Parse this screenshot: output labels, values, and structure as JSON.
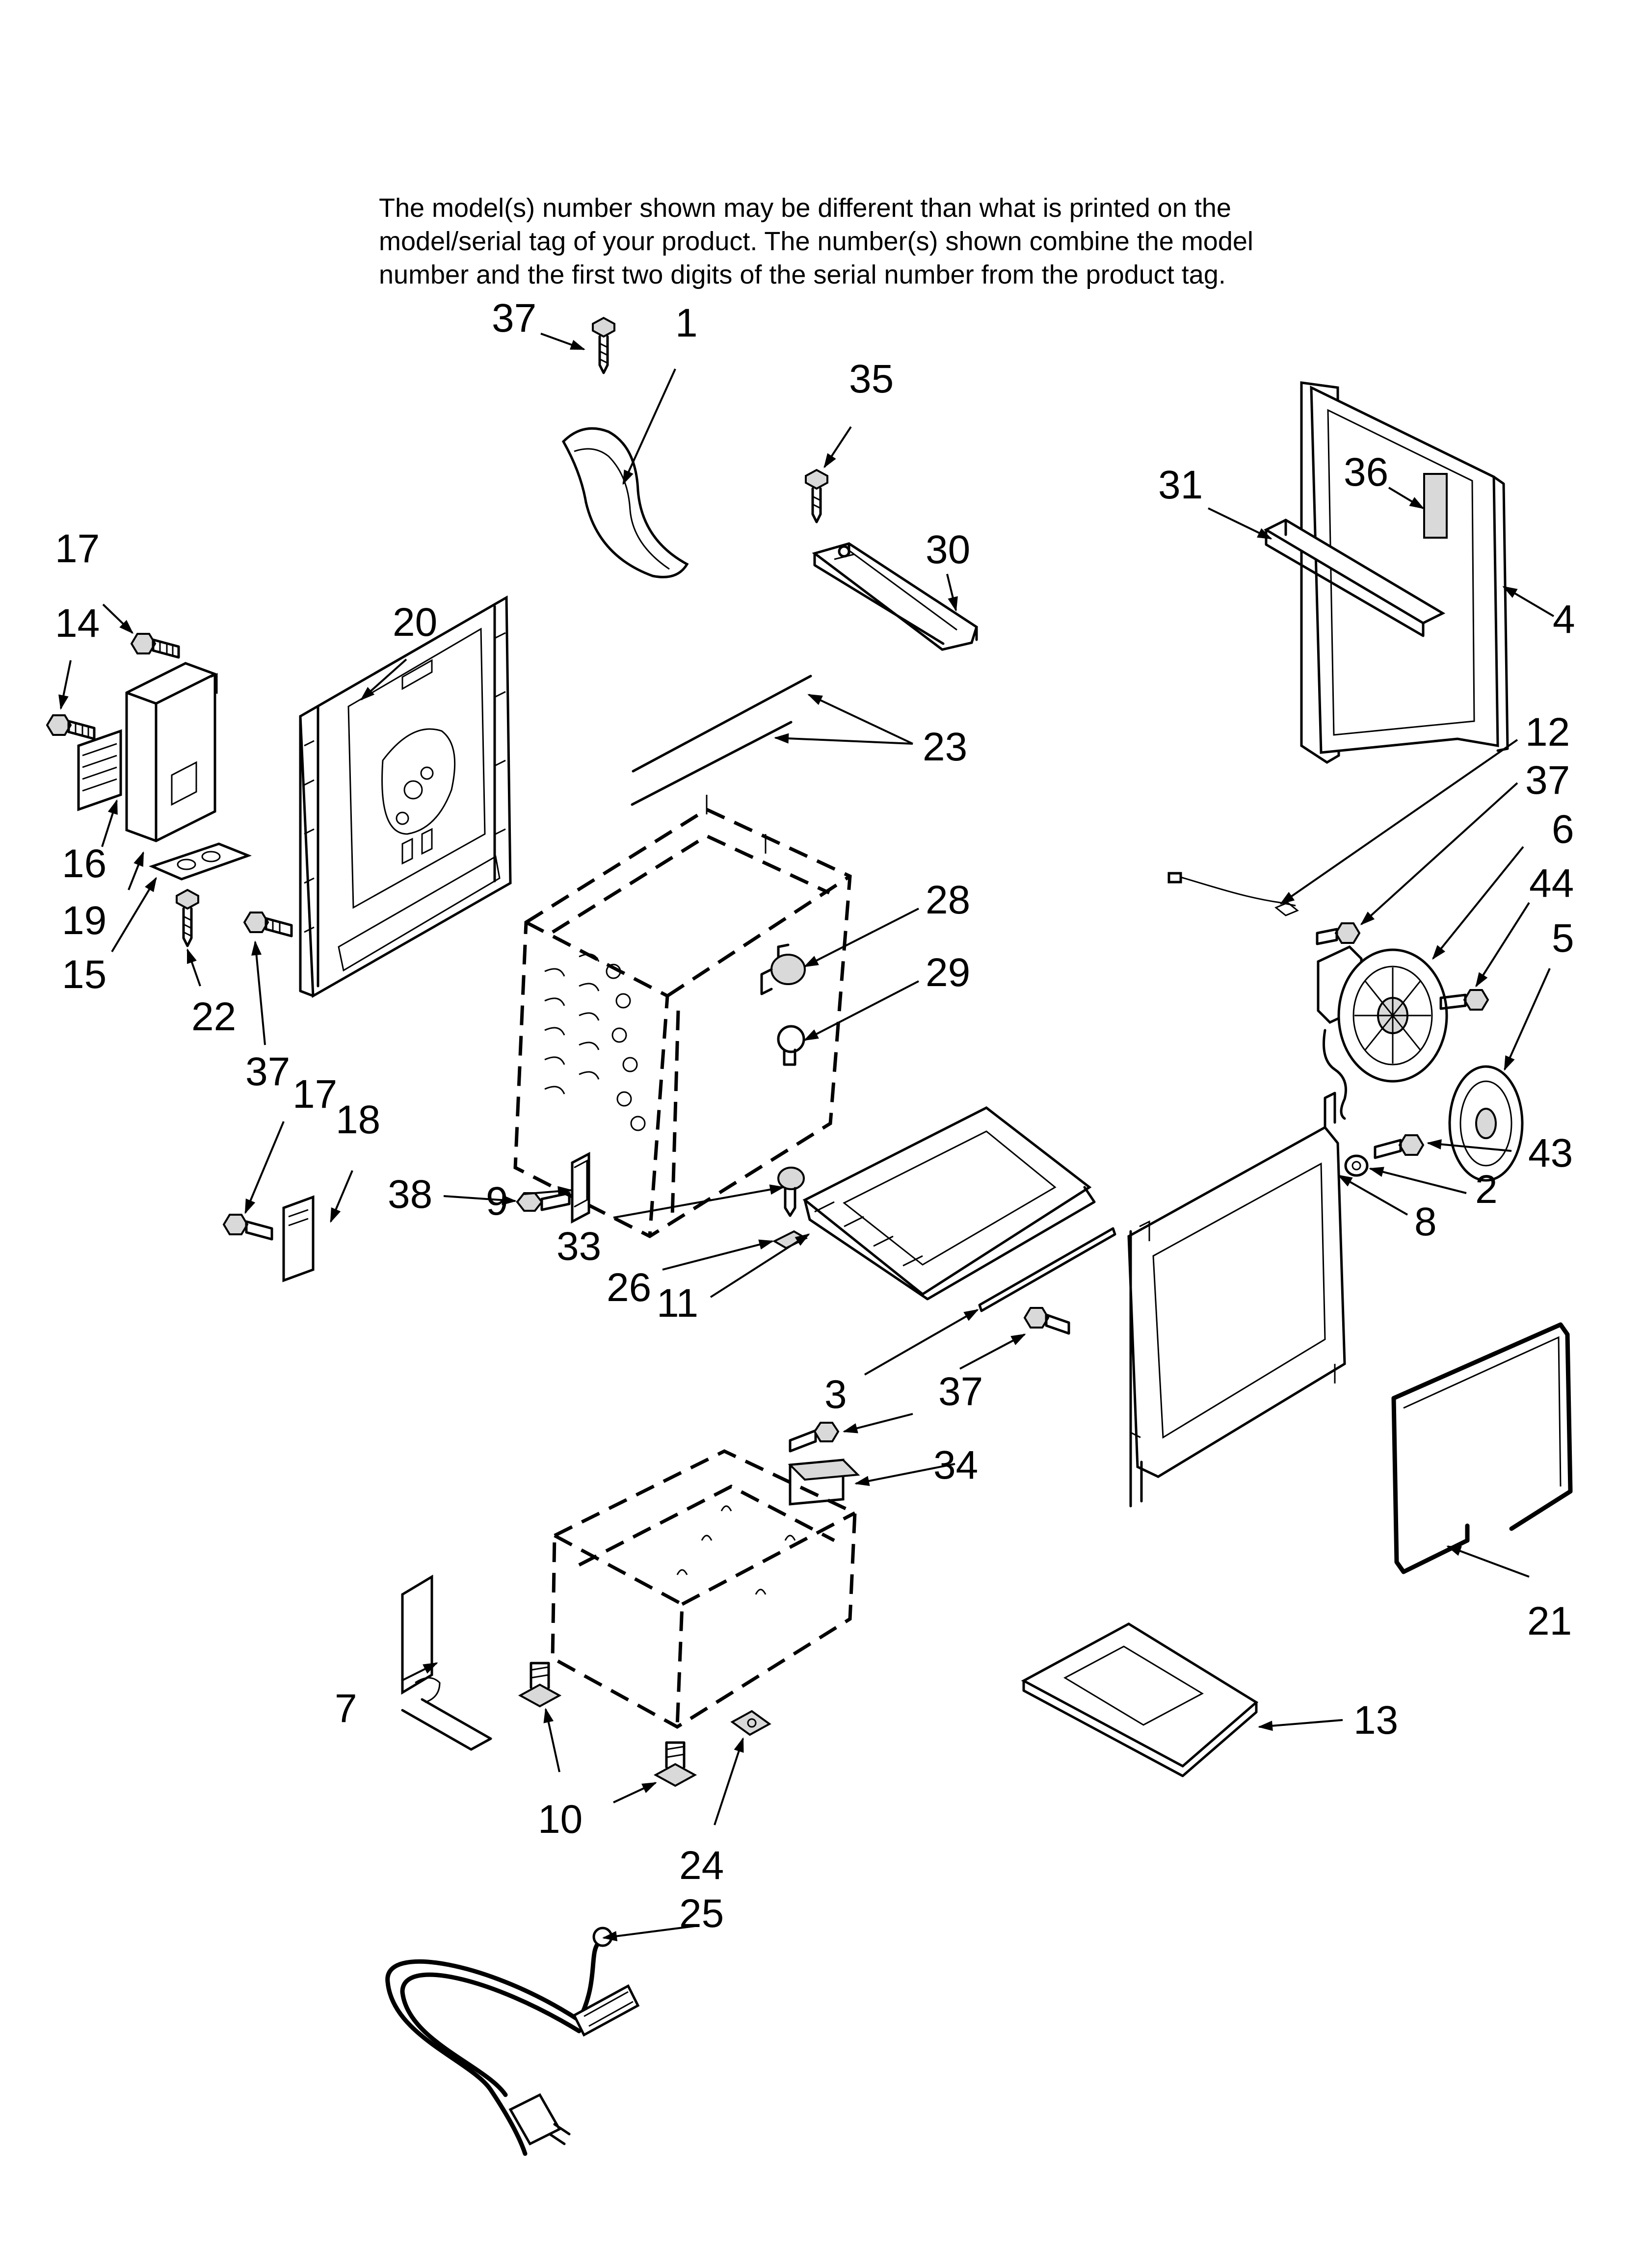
{
  "note": {
    "lines": [
      "The model(s) number shown may be different than what is printed on the",
      "model/serial tag of your product. The number(s) shown combine the model",
      "number and the first two digits of the serial number from the product tag."
    ]
  },
  "callouts": [
    {
      "id": "c-37a",
      "label": "37"
    },
    {
      "id": "c-1",
      "label": "1"
    },
    {
      "id": "c-35",
      "label": "35"
    },
    {
      "id": "c-31",
      "label": "31"
    },
    {
      "id": "c-36",
      "label": "36"
    },
    {
      "id": "c-4",
      "label": "4"
    },
    {
      "id": "c-17a",
      "label": "17"
    },
    {
      "id": "c-14",
      "label": "14"
    },
    {
      "id": "c-20",
      "label": "20"
    },
    {
      "id": "c-30",
      "label": "30"
    },
    {
      "id": "c-23",
      "label": "23"
    },
    {
      "id": "c-12",
      "label": "12"
    },
    {
      "id": "c-37b",
      "label": "37"
    },
    {
      "id": "c-6",
      "label": "6"
    },
    {
      "id": "c-44",
      "label": "44"
    },
    {
      "id": "c-5",
      "label": "5"
    },
    {
      "id": "c-16",
      "label": "16"
    },
    {
      "id": "c-19",
      "label": "19"
    },
    {
      "id": "c-15",
      "label": "15"
    },
    {
      "id": "c-28",
      "label": "28"
    },
    {
      "id": "c-29",
      "label": "29"
    },
    {
      "id": "c-22",
      "label": "22"
    },
    {
      "id": "c-37c",
      "label": "37"
    },
    {
      "id": "c-17b",
      "label": "17"
    },
    {
      "id": "c-18",
      "label": "18"
    },
    {
      "id": "c-38",
      "label": "38"
    },
    {
      "id": "c-9",
      "label": "9"
    },
    {
      "id": "c-43",
      "label": "43"
    },
    {
      "id": "c-2",
      "label": "2"
    },
    {
      "id": "c-8",
      "label": "8"
    },
    {
      "id": "c-33",
      "label": "33"
    },
    {
      "id": "c-26",
      "label": "26"
    },
    {
      "id": "c-11",
      "label": "11"
    },
    {
      "id": "c-3",
      "label": "3"
    },
    {
      "id": "c-37d",
      "label": "37"
    },
    {
      "id": "c-34",
      "label": "34"
    },
    {
      "id": "c-21",
      "label": "21"
    },
    {
      "id": "c-7",
      "label": "7"
    },
    {
      "id": "c-13",
      "label": "13"
    },
    {
      "id": "c-10",
      "label": "10"
    },
    {
      "id": "c-24",
      "label": "24"
    },
    {
      "id": "c-25",
      "label": "25"
    }
  ]
}
